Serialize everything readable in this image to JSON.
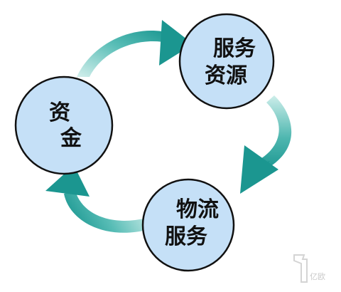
{
  "nodes": {
    "service_resources": {
      "line1": "服务",
      "line2": "资源"
    },
    "funds": {
      "line1": "资",
      "line2": "金"
    },
    "logistics_service": {
      "line1": "物流",
      "line2": "服务"
    }
  },
  "watermark": {
    "text": "亿欧"
  },
  "colors": {
    "node_fill": "#c5e0f7",
    "node_stroke": "#111111",
    "arrow_light": "#a9ded9",
    "arrow_dark": "#1f9a95",
    "arrow_head": "#1b9690"
  }
}
